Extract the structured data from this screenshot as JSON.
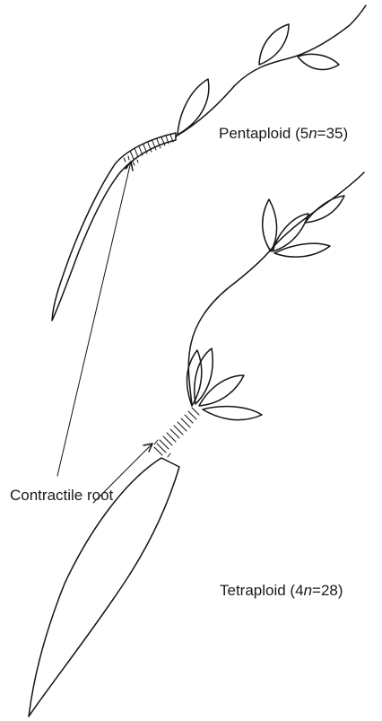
{
  "labels": {
    "pentaploid": {
      "prefix": "Pentaploid (5",
      "italic": "n",
      "suffix": "=35)"
    },
    "tetraploid": {
      "prefix": "Tetraploid (4",
      "italic": "n",
      "suffix": "=28)"
    },
    "contractile_root": "Contractile root"
  },
  "colors": {
    "ink": "#141414",
    "background": "#ffffff"
  }
}
